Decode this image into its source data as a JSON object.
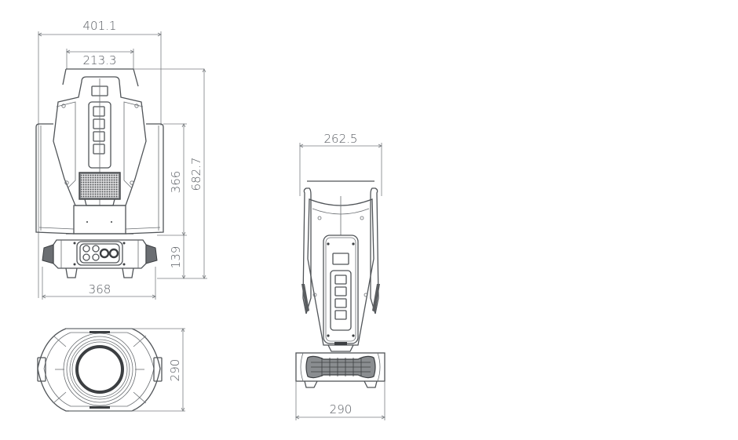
{
  "drawing": {
    "subject": "moving head light fixture dimension drawing",
    "units": "mm",
    "views": [
      {
        "name": "front-view",
        "dimensions": {
          "overall_width": "401.1",
          "head_top_width": "213.3",
          "arm_height": "366",
          "overall_height": "682.7",
          "base_height": "139",
          "base_width": "368"
        }
      },
      {
        "name": "top-view",
        "dimensions": {
          "depth": "290"
        }
      },
      {
        "name": "side-view",
        "dimensions": {
          "width": "262.5",
          "base_width": "290"
        }
      }
    ]
  },
  "colors": {
    "line": "#505458",
    "dimension_text": "#55595f",
    "background": "#ffffff"
  }
}
